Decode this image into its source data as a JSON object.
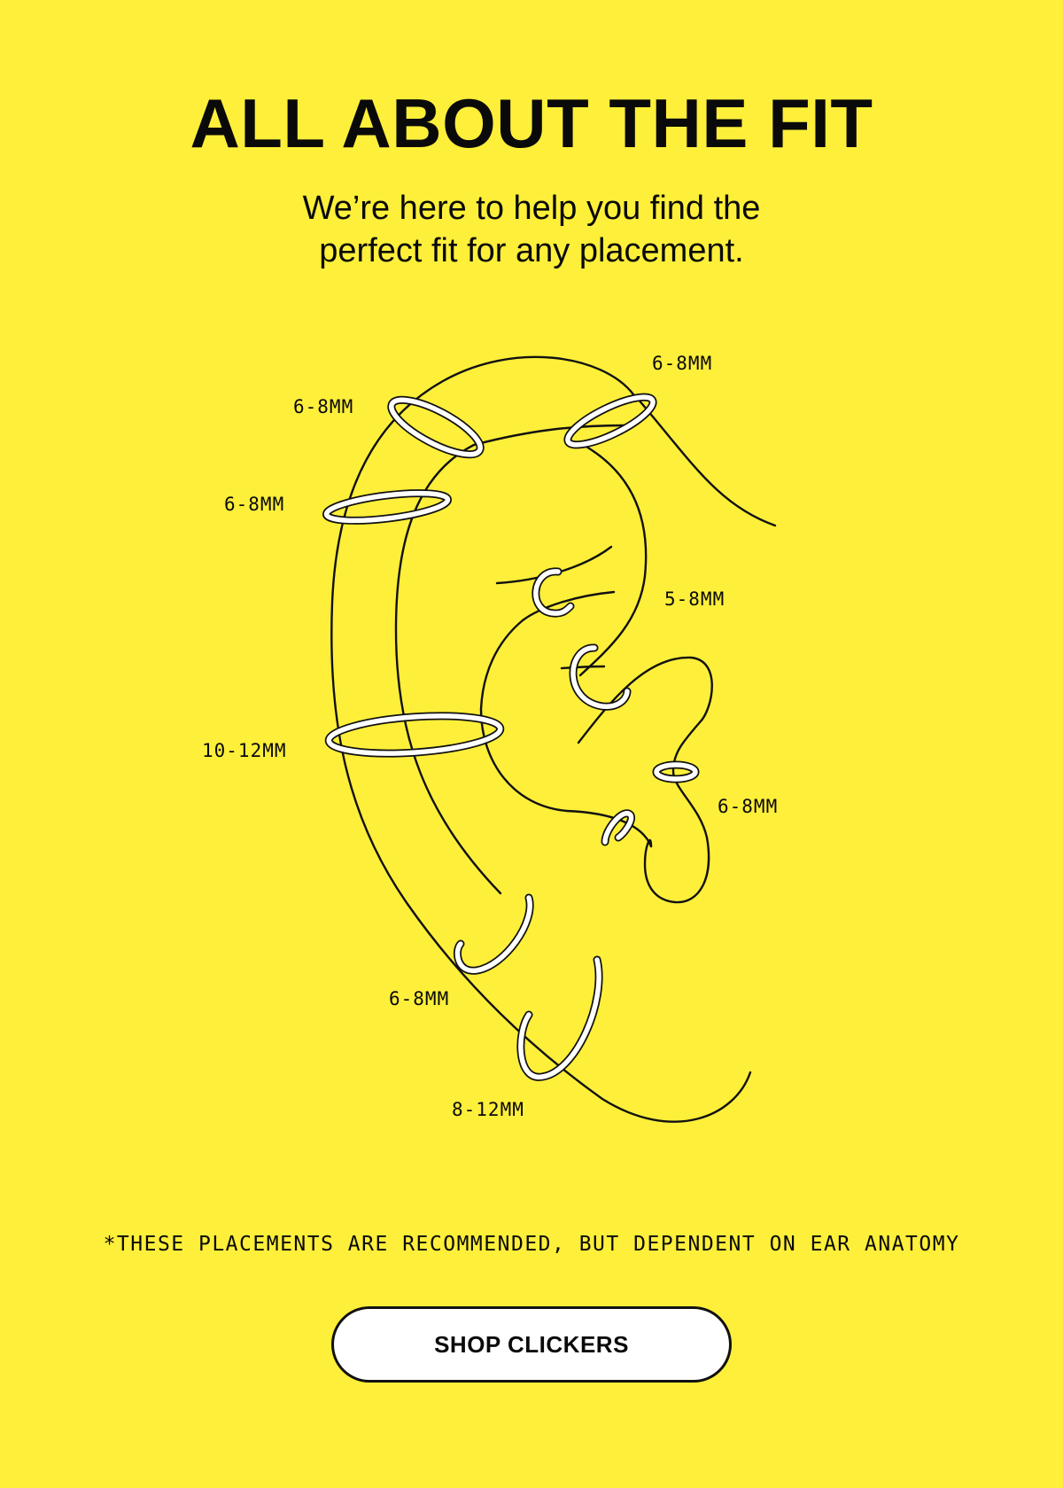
{
  "header": {
    "title": "ALL ABOUT THE FIT",
    "subtitle_lines": [
      "We’re here to help you find the",
      "perfect fit for any placement."
    ]
  },
  "diagram": {
    "labels": {
      "flat": "6-8MM",
      "forward_helix": "6-8MM",
      "upper_helix": "6-8MM",
      "rook": "5-8MM",
      "mid_helix": "10-12MM",
      "tragus": "6-8MM",
      "upper_lobe": "6-8MM",
      "lobe": "8-12MM"
    },
    "colors": {
      "background": "#FEEF3A",
      "line": "#111111",
      "ring": "#FFFFFF"
    }
  },
  "disclaimer": "*THESE PLACEMENTS ARE RECOMMENDED, BUT DEPENDENT ON EAR ANATOMY",
  "cta": {
    "label": "SHOP CLICKERS"
  }
}
